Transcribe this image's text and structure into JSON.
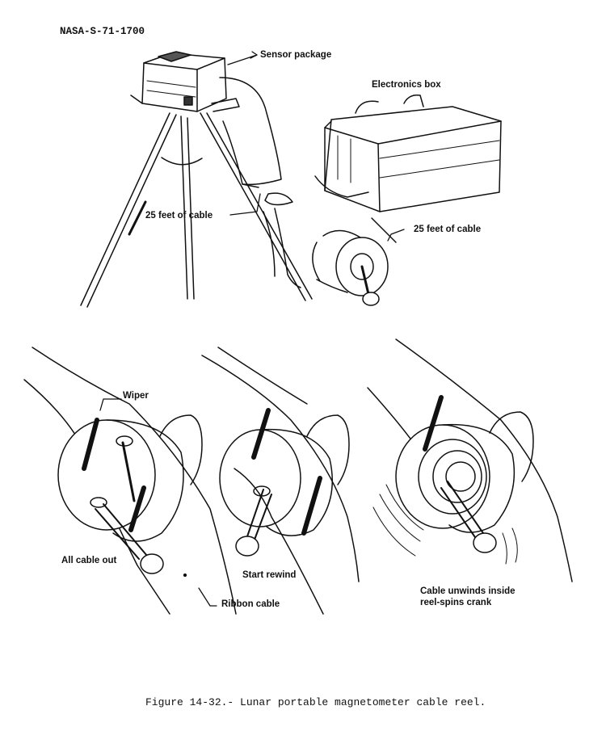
{
  "doc_id": "NASA-S-71-1700",
  "labels": {
    "sensor_package": "Sensor package",
    "electronics_box": "Electronics box",
    "cable_left": "25 feet of cable",
    "cable_right": "25 feet of cable",
    "wiper": "Wiper",
    "all_cable_out": "All cable out",
    "ribbon_cable": "Ribbon cable",
    "start_rewind": "Start rewind",
    "unwinds_line1": "Cable unwinds inside",
    "unwinds_line2": "reel-spins crank"
  },
  "caption": "Figure 14-32.- Lunar portable magnetometer cable reel."
}
